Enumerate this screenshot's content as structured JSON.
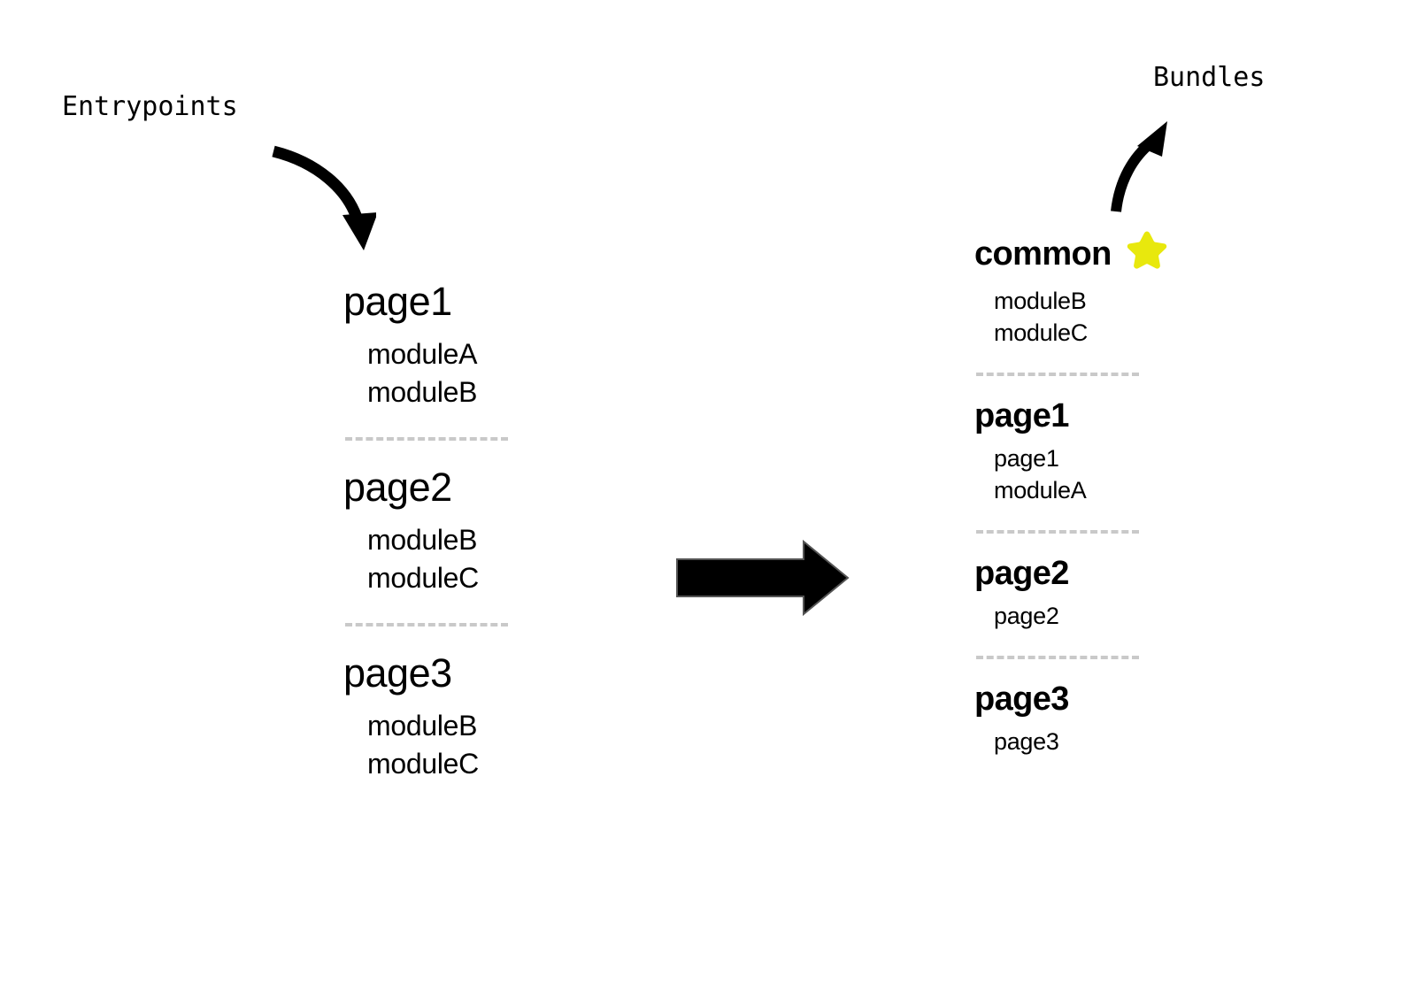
{
  "captions": {
    "entrypoints": "Entrypoints",
    "bundles": "Bundles"
  },
  "colors": {
    "module_green": "#4ea34e",
    "module_red": "#fa0505",
    "star_yellow": "#e8e80d",
    "separator_gray": "#c9c9c9",
    "text_black": "#000000",
    "background": "#ffffff"
  },
  "icons": {
    "star": "star-icon",
    "arrow_entrypoints": "curved-arrow-down-right-icon",
    "arrow_bundles": "curved-arrow-up-right-icon",
    "arrow_transform": "block-arrow-right-icon"
  },
  "entrypoints": {
    "groups": [
      {
        "title": "page1",
        "items": [
          {
            "label": "moduleA",
            "style": "plain"
          },
          {
            "label": "moduleB",
            "style": "green"
          }
        ]
      },
      {
        "title": "page2",
        "items": [
          {
            "label": "moduleB",
            "style": "green"
          },
          {
            "label": "moduleC",
            "style": "red"
          }
        ]
      },
      {
        "title": "page3",
        "items": [
          {
            "label": "moduleB",
            "style": "green"
          },
          {
            "label": "moduleC",
            "style": "red"
          }
        ]
      }
    ]
  },
  "bundles": {
    "groups": [
      {
        "title": "common",
        "badge": "star",
        "items": [
          {
            "label": "moduleB",
            "style": "green"
          },
          {
            "label": "moduleC",
            "style": "red"
          }
        ]
      },
      {
        "title": "page1",
        "items": [
          {
            "label": "page1",
            "style": "plain"
          },
          {
            "label": "moduleA",
            "style": "plain"
          }
        ]
      },
      {
        "title": "page2",
        "items": [
          {
            "label": "page2",
            "style": "plain"
          }
        ]
      },
      {
        "title": "page3",
        "items": [
          {
            "label": "page3",
            "style": "plain"
          }
        ]
      }
    ]
  }
}
